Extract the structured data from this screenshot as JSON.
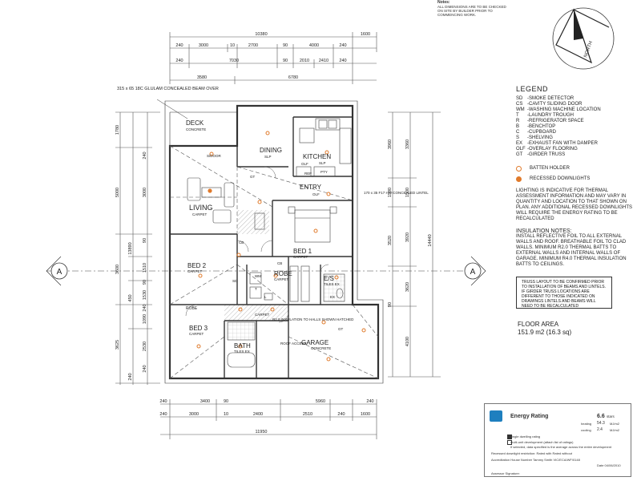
{
  "notes": {
    "title": "Notes:",
    "text": "ALL DIMENSIONS ARE TO BE CHECKED ON SITE BY BUILDER PRIOR TO COMMENCING WORK."
  },
  "north_label": "NORTH",
  "section_marker": "A",
  "dims": {
    "top_overall": "10380",
    "top_right": "1600",
    "top_row1": [
      "240",
      "3000",
      "10",
      "2700",
      "90",
      "4000",
      "240"
    ],
    "top_row2": [
      "240",
      "7030",
      "90",
      "2010",
      "2410",
      "240"
    ],
    "top_row3": [
      "3580",
      "6780"
    ],
    "bottom_row1": [
      "240",
      "3400",
      "90",
      "5960",
      "240"
    ],
    "bottom_row2": [
      "240",
      "3000",
      "10",
      "2400",
      "2510",
      "240",
      "1600"
    ],
    "bottom_overall": "11950",
    "left_outer": [
      "1780",
      "5000",
      "13890",
      "3600",
      "3625"
    ],
    "left_inner": [
      "240",
      "3000",
      "90",
      "1510",
      "90",
      "1530",
      "240",
      "1090",
      "2530",
      "240",
      "240",
      "450"
    ],
    "right_outer": [
      "3360",
      "1500",
      "3920",
      "3520",
      "3620",
      "4100"
    ],
    "right_inner": [
      "14440",
      "3960",
      "1590",
      "90"
    ]
  },
  "rooms": {
    "deck": "DECK",
    "deck_sub": "CONCRETE",
    "dining": "DINING",
    "dining_sub": "SLP",
    "kitchen": "KITCHEN",
    "kitchen_sub": "SLP",
    "living": "LIVING",
    "living_sub": "CARPET",
    "entry": "ENTRY",
    "entry_sub": "OLF",
    "bed1": "BED 1",
    "bed1_sub": "CARPET",
    "bed2": "BED 2",
    "bed2_sub": "CARPET",
    "bed3": "BED 3",
    "bed3_sub": "CARPET",
    "robe": "ROBE",
    "robe_sub": "CARPET",
    "es": "E/S",
    "es_sub": "TILES EX",
    "bath": "BATH",
    "bath_sub": "TILES EX",
    "garage": "GARAGE",
    "garage_sub": "CONCRETE",
    "robe2": "ROBE",
    "carpet": "CARPET"
  },
  "annotations": {
    "glulam": "315 x 65 18C GLULAM CONCEALED BEAM OVER",
    "lintel": "170 x 35 F17 HW CONCEALED LINTEL",
    "insulation_zone": "R2.0 INSULATION TO HALLS SHOWN HATCHED",
    "roof_access": "ROOF ACCESS",
    "sdoor": "S/DOOR",
    "gt": "GT",
    "cb": "CB",
    "sd": "SD",
    "ref": "REF",
    "pty": "PTY",
    "ex": "EX",
    "olf": "OLF",
    "trough": "T",
    "wm": "WM",
    "linen": "L"
  },
  "legend": {
    "title": "LEGEND",
    "items": [
      {
        "k": "SD",
        "v": "-SMOKE DETECTOR"
      },
      {
        "k": "CS",
        "v": "-CAVITY SLIDING DOOR"
      },
      {
        "k": "WM",
        "v": "-WASHING MACHINE LOCATION"
      },
      {
        "k": "T",
        "v": "-LAUNDRY TROUGH"
      },
      {
        "k": "R",
        "v": "-REFRIGERATOR SPACE"
      },
      {
        "k": "B",
        "v": "-BENCHTOP"
      },
      {
        "k": "C",
        "v": "-CUPBOARD"
      },
      {
        "k": "S",
        "v": "-SHELVING"
      },
      {
        "k": "EX",
        "v": "-EXHAUST FAN WITH DAMPER"
      },
      {
        "k": "OLF",
        "v": "-OVERLAY FLOORING"
      },
      {
        "k": "GT",
        "v": "-GIRDER TRUSS"
      }
    ],
    "batten": "BATTEN HOLDER",
    "downlight": "RECESSED DOWNLIGHTS",
    "lighting_note": "LIGHTING IS INDICATIVE FOR THERMAL ASSESSMENT INFORMATION AND MAY VARY IN QUANTITY AND LOCATION TO THAT SHOWN ON PLAN. ANY ADDITIONAL RECESSED DOWNLIGHTS WILL REQUIRE THE ENERGY RATING TO BE RECALCULATED",
    "insulation_title": "INSULATION NOTES:",
    "insulation_text": "INSTALL REFLECTIVE FOIL TO ALL EXTERNAL WALLS AND ROOF. BREATHABLE FOIL TO CLAD WALLS. MINIMUM R2.0 THERMAL BATTS TO EXTERNAL WALLS AND INTERNAL WALLS OF GARAGE. MINIMUM R4.0 THERMAL INSULATION BATTS TO CEILINGS."
  },
  "truss_note": "TRUSS LAYOUT TO BE CONFIRMED PRIOR TO INSTALLATION OF BEAMS AND LINTELS. IF GIRDER TRUSS LOCATIONS ARE DIFFERENT TO THOSE INDICATED ON DRAWINGS LINTELS AND BEAMS WILL NEED TO BE RECALCULATED",
  "floor_area": {
    "title": "FLOOR AREA",
    "value": "151.9 m2 (16.3 sq)"
  },
  "energy": {
    "title": "Energy Rating",
    "stars": "6.6",
    "stars_label": "stars",
    "heating_label": "heating",
    "heating_value": "54.3",
    "heating_unit": "MJ/m2",
    "cooling_label": "cooling",
    "cooling_value": "2.4",
    "cooling_unit": "MJ/m2",
    "opt1": "single dwelling rating",
    "opt2": "multi-unit development (attach list of ratings)",
    "opt3": "If selected, data specified is the average across the entire development",
    "line4": "Recessed downlight restriction:   Rated with   Rated without",
    "line5": "Accreditation House Number   Tammy Smith   VIC/ECA/WF/0148",
    "line6": "Date 04/06/2010",
    "line7": "Assessor Signature:"
  },
  "colors": {
    "batten": "#e07a2b",
    "walls": "#333333",
    "hatch": "#bbbbbb",
    "energy_logo": "#1e7fbf"
  }
}
